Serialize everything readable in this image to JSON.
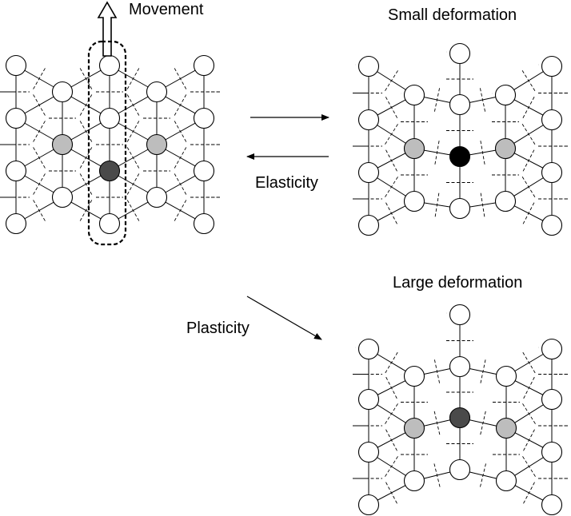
{
  "labels": {
    "movement": "Movement",
    "small_deformation": "Small deformation",
    "elasticity": "Elasticity",
    "large_deformation": "Large deformation",
    "plasticity": "Plasticity"
  },
  "colors": {
    "node_fill": "#ffffff",
    "neighbor_fill": "#bdbdbd",
    "center_fill_original": "#4a4a4a",
    "center_fill_small": "#000000",
    "center_fill_large": "#4a4a4a",
    "stroke": "#000000"
  },
  "panels": [
    "original",
    "small-deformation",
    "large-deformation"
  ]
}
